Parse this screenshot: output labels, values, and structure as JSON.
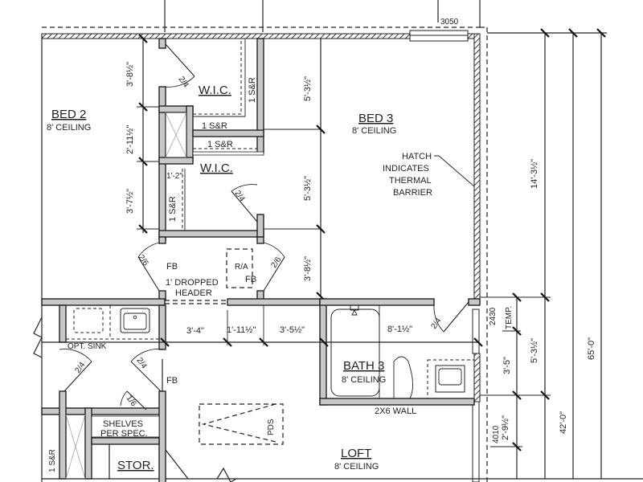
{
  "plan": {
    "rooms": {
      "bed2": {
        "name": "BED 2",
        "ceiling": "8' CEILING"
      },
      "bed3": {
        "name": "BED 3",
        "ceiling": "8' CEILING"
      },
      "bath3": {
        "name": "BATH 3",
        "ceiling": "8' CEILING"
      },
      "loft": {
        "name": "LOFT",
        "ceiling": "8' CEILING"
      },
      "wic_upper": {
        "name": "W.I.C."
      },
      "wic_lower": {
        "name": "W.I.C."
      },
      "stor": {
        "name": "STOR."
      }
    },
    "labels": {
      "window_top": "3050",
      "hatch_note": [
        "HATCH",
        "INDICATES",
        "THERMAL",
        "BARRIER"
      ],
      "sr_vertical_upper": "1 S&R",
      "sr_horizontal_1": "1 S&R",
      "sr_horizontal_2": "1 S&R",
      "sr_vertical_lower": "1 S&R",
      "sr_vertical_left": "1 S&R",
      "fb_left": "FB",
      "fb_right": "FB",
      "fb_hall": "FB",
      "dropped_header": [
        "1' DROPPED",
        "HEADER"
      ],
      "ra": "R/A",
      "opt_sink": "OPT. SINK",
      "shelves": [
        "SHELVES",
        "PER SPEC."
      ],
      "pds": "PDS",
      "wall_2x6": "2X6 WALL",
      "temp": "TEMP.",
      "window_2430": "2430",
      "window_4010": "4010"
    },
    "doors": {
      "wic_upper": "2/4",
      "wic_lower": "2/4",
      "hall_left": "2/6",
      "hall_right": "2/6",
      "bath3": "2/4",
      "bath_left_a": "2/4",
      "bath_left_b": "2/4",
      "stor": "1/6"
    },
    "dimensions": {
      "left_1": "3'-8½\"",
      "left_2": "2'-11½\"",
      "left_3": "3'-7½\"",
      "closet_width": "1'-2\"",
      "mid_1": "5'-3½\"",
      "mid_2": "5'-3½\"",
      "mid_3": "3'-8½\"",
      "hall_1": "3'-4\"",
      "hall_2": "1'-11½\"",
      "hall_3": "3'-5½\"",
      "bath_width": "8'-1½\"",
      "right_bed3": "14'-3½\"",
      "right_3_5": "3'-5\"",
      "right_5_3": "5'-3½\"",
      "right_2_9": "2'-9½\"",
      "right_42": "42'-0\"",
      "right_65": "65'-0\""
    }
  }
}
